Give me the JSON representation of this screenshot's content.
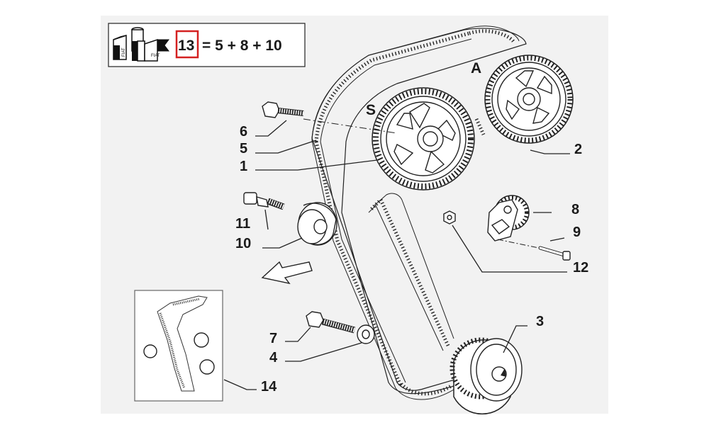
{
  "formula": {
    "kit_number": "13",
    "equation": "= 5 + 8 + 10",
    "highlight_color": "#d42020",
    "icon": "parts-kit-icon"
  },
  "letters": {
    "s": "S",
    "a": "A"
  },
  "callouts": {
    "c1": "1",
    "c2": "2",
    "c3": "3",
    "c4": "4",
    "c5": "5",
    "c6": "6",
    "c7": "7",
    "c8": "8",
    "c9": "9",
    "c10": "10",
    "c11": "11",
    "c12": "12",
    "c14": "14"
  },
  "colors": {
    "panel": "#f2f2f2",
    "line": "#222222",
    "highlight": "#d42020"
  }
}
